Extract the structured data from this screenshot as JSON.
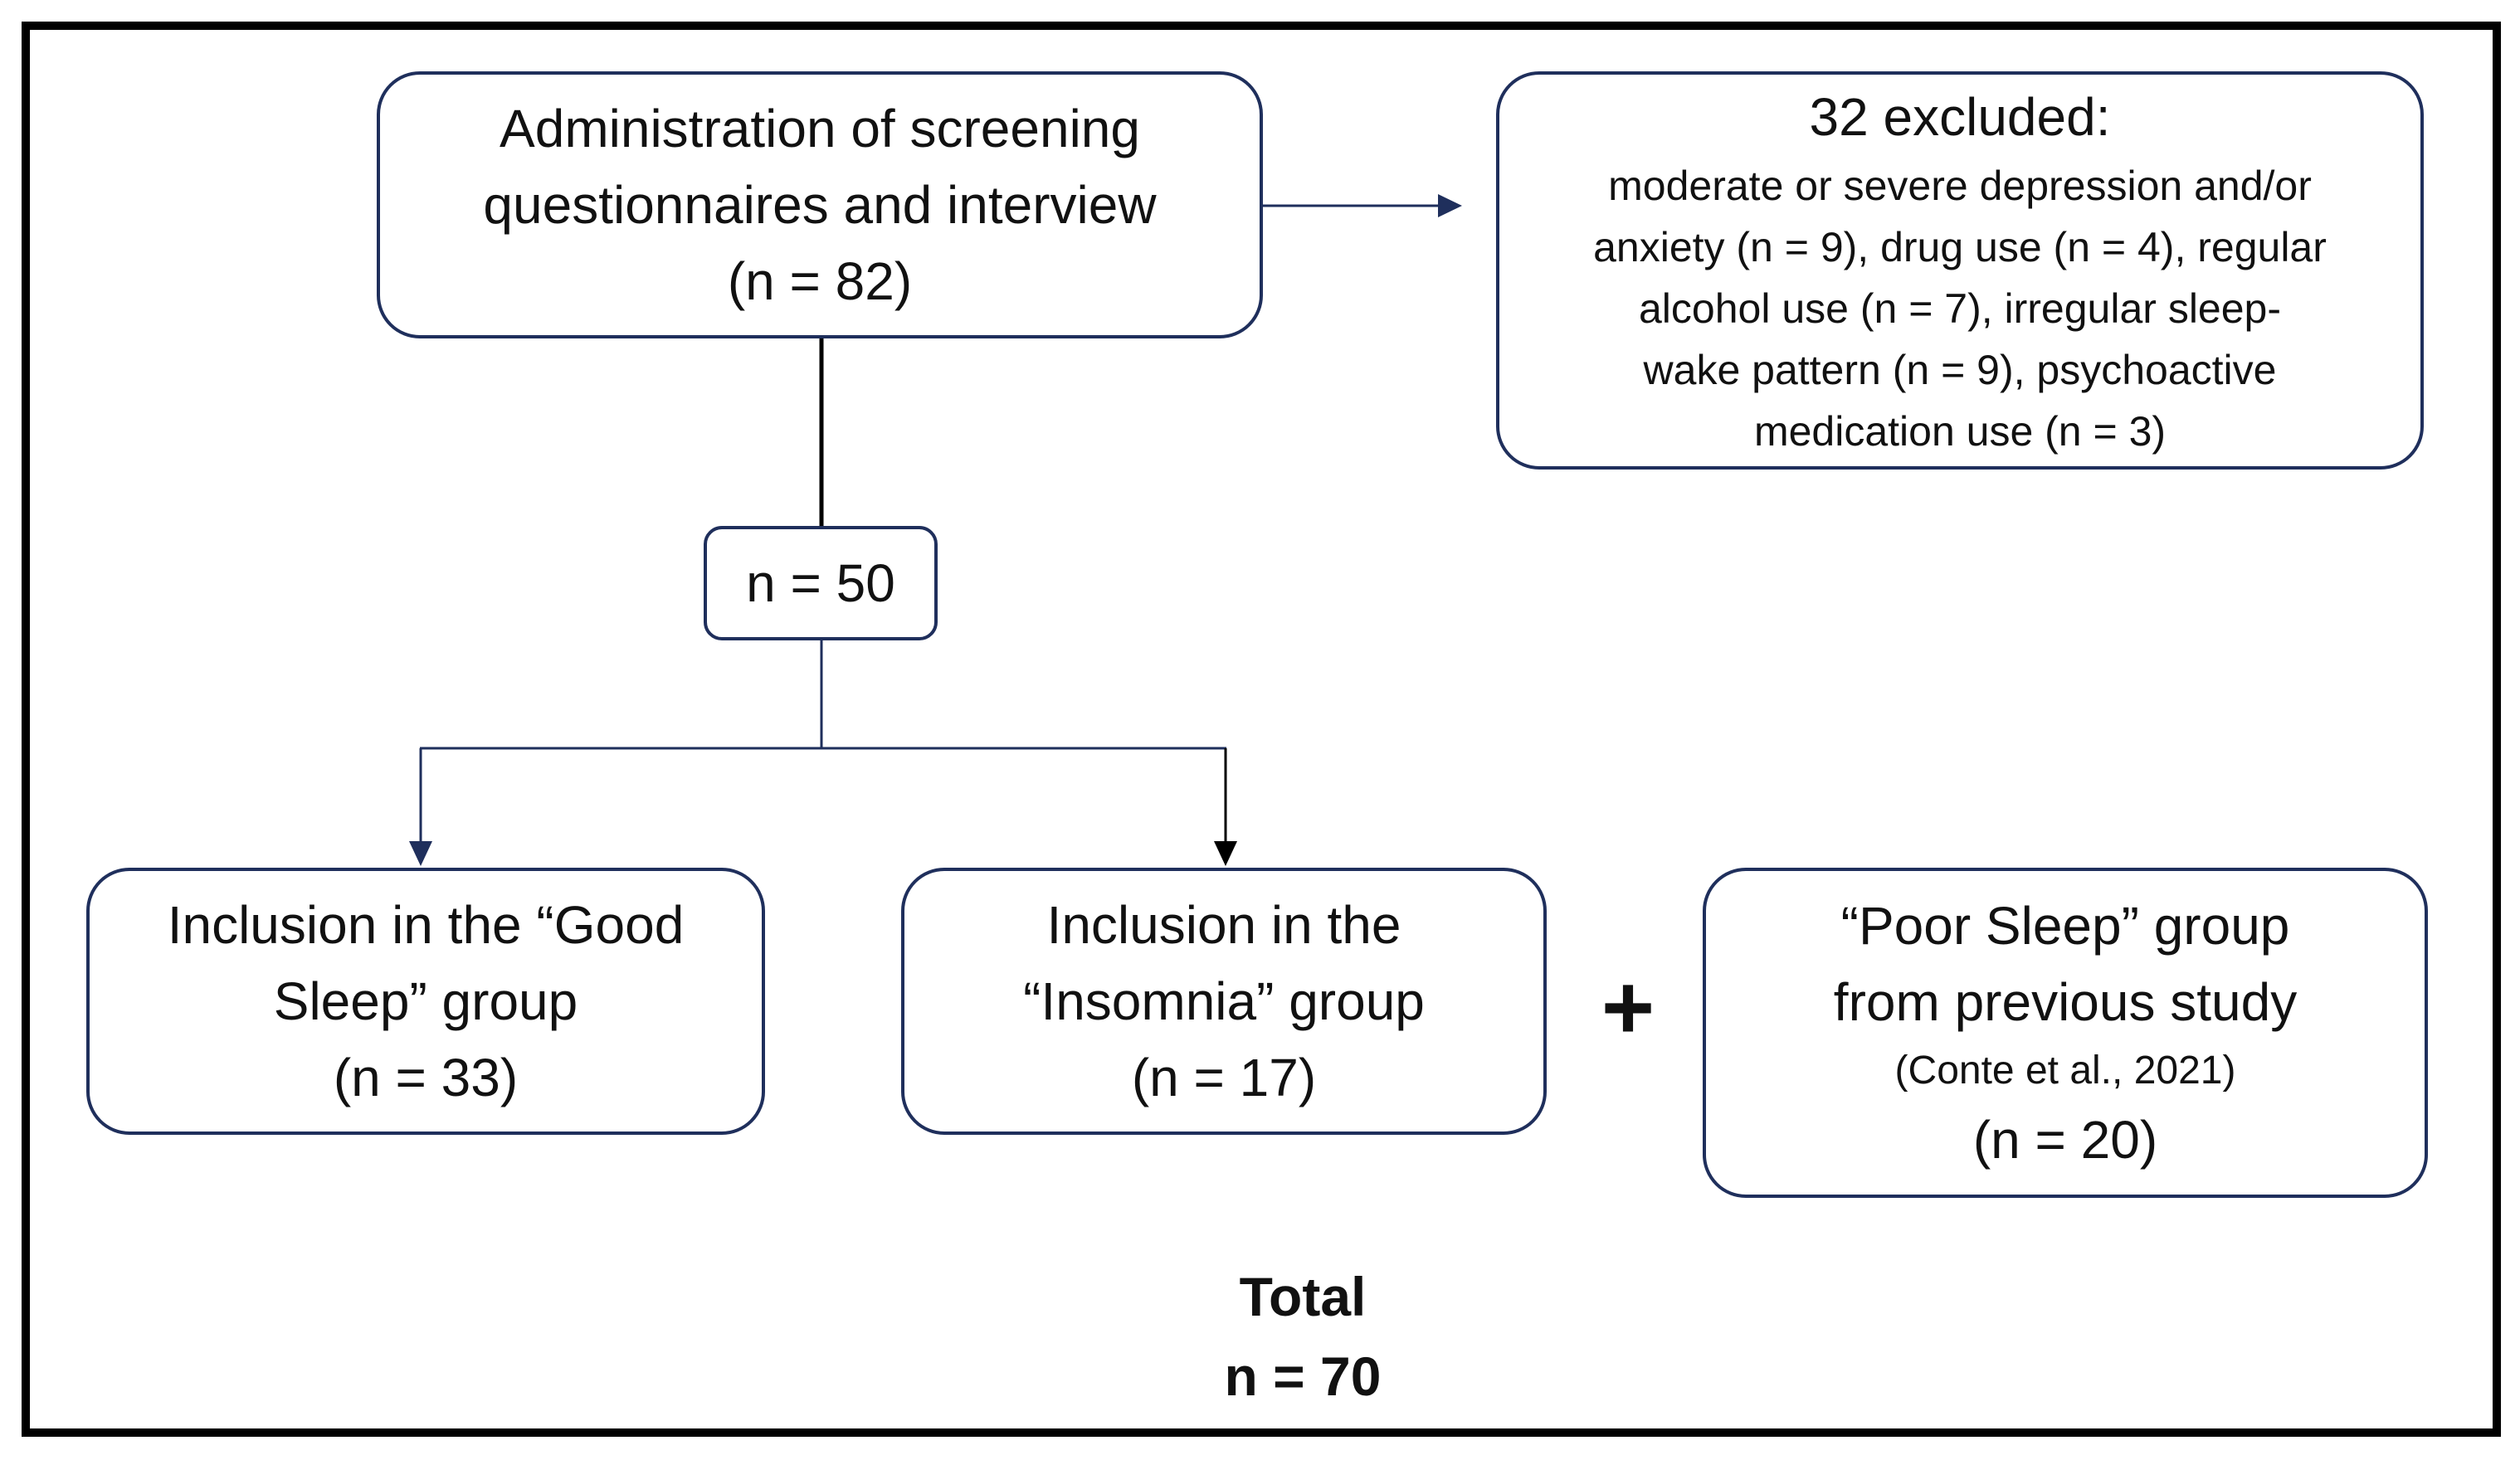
{
  "screening": {
    "line1": "Administration of screening",
    "line2": "questionnaires and interview",
    "line3": "(n = 82)"
  },
  "excluded": {
    "title": "32 excluded:",
    "lines": [
      "moderate or severe depression and/or",
      "anxiety (n = 9), drug use (n = 4), regular",
      "alcohol use (n = 7), irregular sleep-",
      "wake pattern (n = 9), psychoactive",
      "medication use (n = 3)"
    ]
  },
  "remaining": {
    "label": "n = 50"
  },
  "good_sleep": {
    "line1": "Inclusion in the “Good",
    "line2": "Sleep” group",
    "line3": "(n = 33)"
  },
  "insomnia": {
    "line1": "Inclusion in the",
    "line2": "“Insomnia” group",
    "line3": "(n = 17)"
  },
  "plus_sign": "+",
  "poor_sleep": {
    "line1": "“Poor Sleep” group",
    "line2": "from previous study",
    "citation": "(Conte et al., 2021)",
    "line3": "(n = 20)"
  },
  "total": {
    "label": "Total",
    "value": "n = 70"
  },
  "colors": {
    "box_border": "#1f2f5c",
    "frame": "#000000",
    "arrow": "#1f2f5c"
  }
}
